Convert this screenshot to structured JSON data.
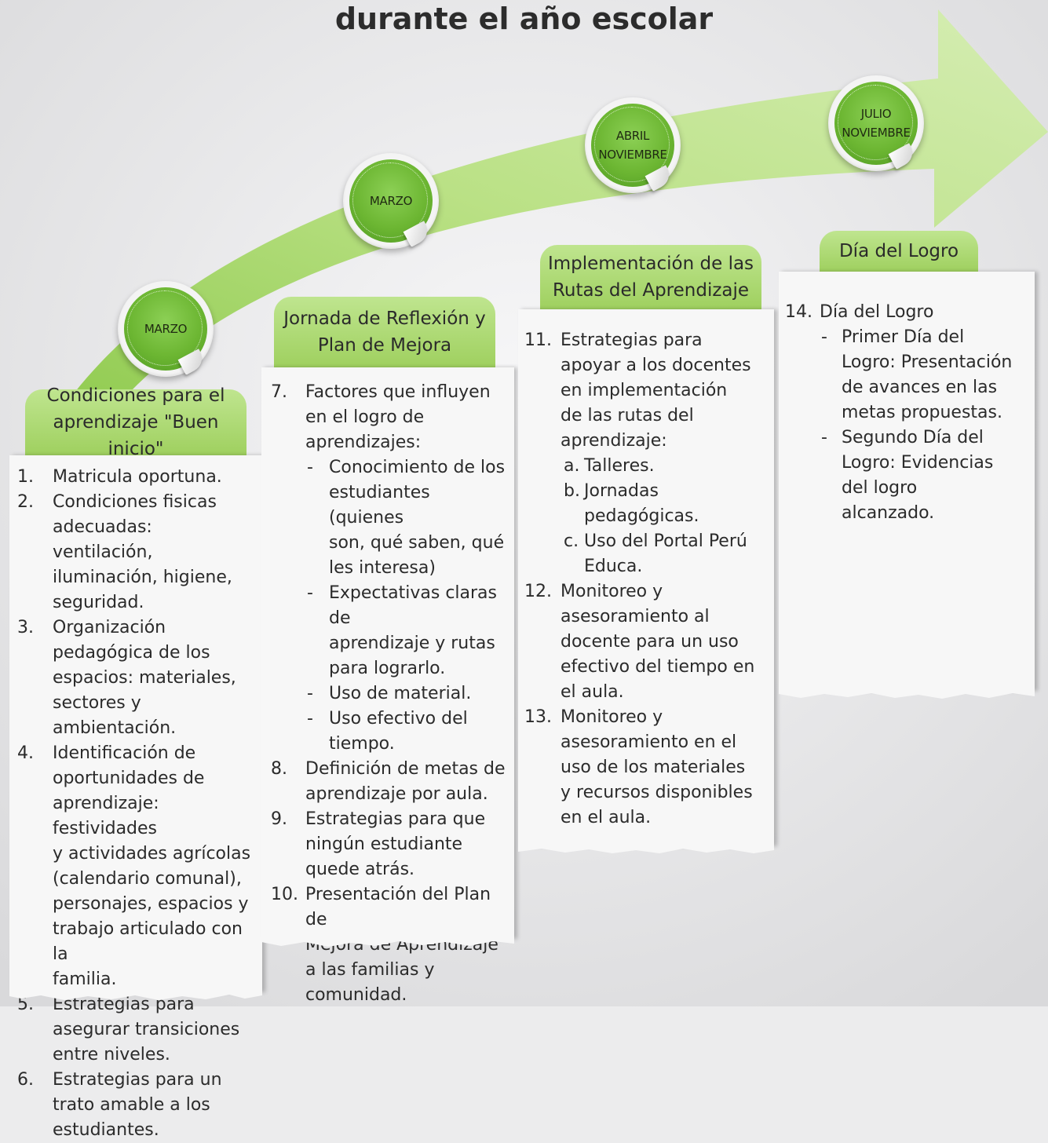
{
  "title": "durante el año escolar",
  "milestones": [
    {
      "month_lines": [
        "MARZO"
      ]
    },
    {
      "month_lines": [
        "MARZO"
      ]
    },
    {
      "month_lines": [
        "ABRIL",
        "NOVIEMBRE"
      ]
    },
    {
      "month_lines": [
        "JULIO",
        "NOVIEMBRE"
      ]
    }
  ],
  "columns": [
    {
      "header_lines": [
        "Condiciones para el",
        "aprendizaje \"Buen inicio\""
      ],
      "items": [
        {
          "num": "1.",
          "lines": [
            "Matricula oportuna."
          ]
        },
        {
          "num": "2.",
          "lines": [
            "Condiciones fisicas",
            "adecuadas: ventilación,",
            "iluminación, higiene,",
            "seguridad."
          ]
        },
        {
          "num": "3.",
          "lines": [
            "Organización",
            "pedagógica de los",
            "espacios: materiales,",
            "sectores y ambientación."
          ]
        },
        {
          "num": "4.",
          "lines": [
            "Identificación de",
            "oportunidades de",
            "aprendizaje: festividades",
            "y actividades agrícolas",
            "(calendario comunal),",
            "personajes,  espacios y",
            "trabajo articulado con la",
            "familia."
          ]
        },
        {
          "num": "5.",
          "lines": [
            "Estrategias para",
            "asegurar  transiciones",
            "entre niveles."
          ]
        },
        {
          "num": "6.",
          "lines": [
            "Estrategias para un",
            "trato amable a los",
            "estudiantes."
          ]
        }
      ]
    },
    {
      "header_lines": [
        "Jornada de Reflexión y",
        "Plan de Mejora"
      ],
      "items": [
        {
          "num": "7.",
          "lines": [
            "Factores que influyen",
            "en el logro de",
            "aprendizajes:"
          ],
          "subs": [
            {
              "mark": "-",
              "lines": [
                "Conocimiento de los",
                "estudiantes (quienes",
                "son, qué saben, qué",
                "les interesa)"
              ]
            },
            {
              "mark": "-",
              "lines": [
                "Expectativas claras de",
                "aprendizaje y rutas",
                "para lograrlo."
              ]
            },
            {
              "mark": "-",
              "lines": [
                "Uso de material."
              ]
            },
            {
              "mark": "-",
              "lines": [
                "Uso efectivo del",
                "tiempo."
              ]
            }
          ]
        },
        {
          "num": "8.",
          "lines": [
            "Definición de metas de",
            "aprendizaje por aula."
          ]
        },
        {
          "num": "9.",
          "lines": [
            "Estrategias para que",
            "ningún estudiante",
            "quede atrás."
          ]
        },
        {
          "num": "10.",
          "lines": [
            "Presentación del Plan de",
            "Mejora de Aprendizaje",
            "a las familias y",
            "comunidad."
          ]
        }
      ]
    },
    {
      "header_lines": [
        "Implementación de las",
        "Rutas del Aprendizaje"
      ],
      "items": [
        {
          "num": "11.",
          "lines": [
            "Estrategias para",
            "apoyar a los docentes",
            "en implementación",
            "de las rutas del",
            "aprendizaje:"
          ],
          "subs": [
            {
              "mark": "a.",
              "lines": [
                "Talleres."
              ]
            },
            {
              "mark": "b.",
              "lines": [
                "Jornadas",
                "pedagógicas."
              ]
            },
            {
              "mark": "c.",
              "lines": [
                "Uso del Portal Perú",
                "Educa."
              ]
            }
          ]
        },
        {
          "num": "12.",
          "lines": [
            "Monitoreo y",
            "asesoramiento al",
            "docente para un uso",
            "efectivo del tiempo en",
            "el aula."
          ]
        },
        {
          "num": "13.",
          "lines": [
            "Monitoreo y",
            "asesoramiento en el",
            "uso de los materiales",
            "y recursos disponibles",
            "en el aula."
          ]
        }
      ]
    },
    {
      "header_lines": [
        "Día del Logro"
      ],
      "items": [
        {
          "num": "14.",
          "lines": [
            "Día del Logro"
          ],
          "subs": [
            {
              "mark": "-",
              "lines": [
                "Primer Día del",
                "Logro: Presentación",
                "de avances en las",
                "metas propuestas."
              ]
            },
            {
              "mark": "-",
              "lines": [
                "Segundo Día del",
                "Logro: Evidencias",
                "del logro",
                "alcanzado."
              ]
            }
          ]
        }
      ]
    }
  ]
}
